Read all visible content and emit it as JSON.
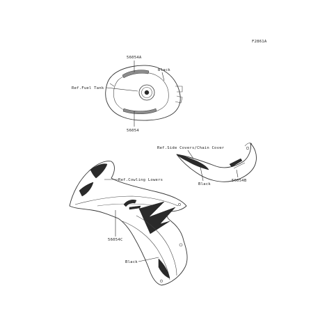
{
  "figure_code": "F2861A",
  "callouts": {
    "tank_top": "56054A",
    "tank_color": "Black",
    "tank_ref": "Ref.Fuel Tank",
    "tank_bottom": "56054",
    "side_ref": "Ref.Side Covers/Chain Cover",
    "side_color": "Black",
    "side_part": "56054B",
    "cowl_ref": "Ref.Cowling Lowers",
    "cowl_part": "56054C",
    "cowl_color": "Black"
  },
  "colors": {
    "line": "#333333",
    "background": "#ffffff",
    "decal_dark": "#2a2a2a"
  }
}
